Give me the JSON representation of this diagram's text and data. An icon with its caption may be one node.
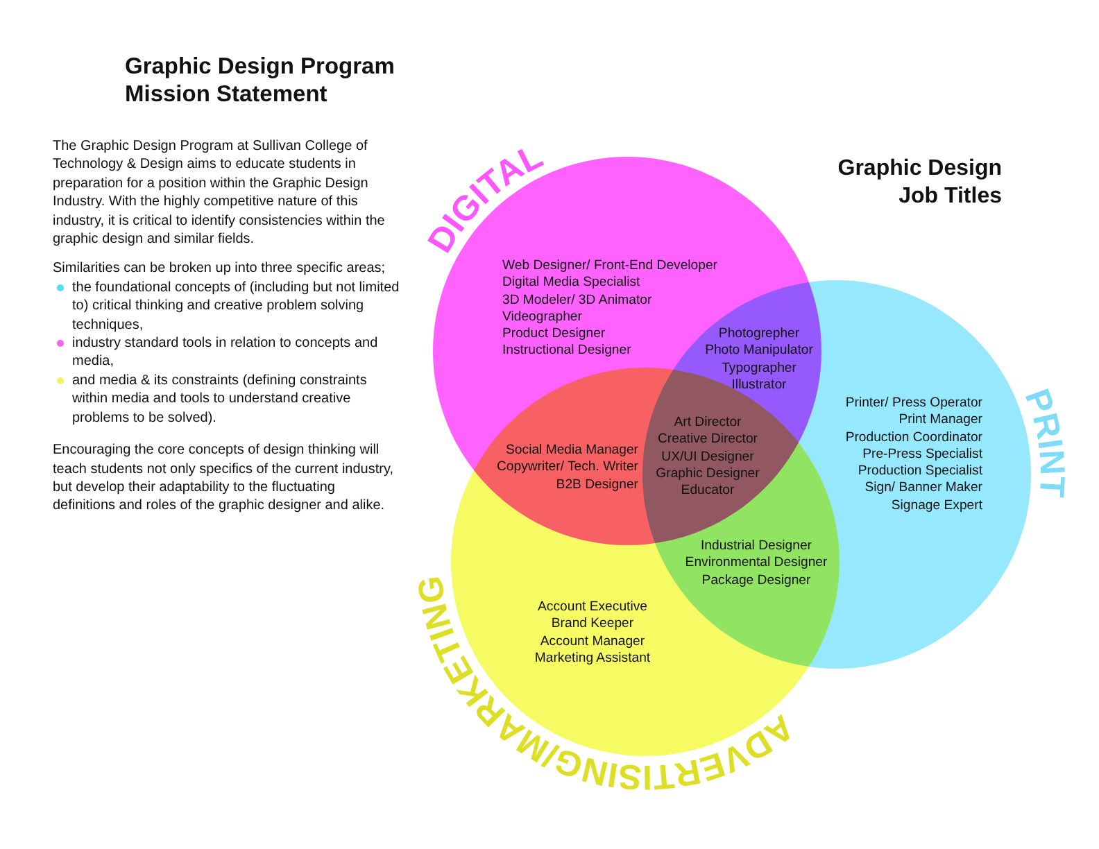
{
  "diagram": {
    "title": "Graphic Design Program Mission Statement",
    "nodes": [
      {
        "text": [
          "DIGITAL",
          "Web Designer/ Front-End Developer",
          "Digital Media Specialist",
          "3D Modeler/ 3D Animator",
          "Videographer",
          "Product Designer",
          "Instructional Designer"
        ]
      },
      {
        "text": [
          "PRINT",
          "Printer/ Press Operator",
          "Print Manager",
          "Production Coordinator",
          "Pre-Press Specialist",
          "Production Specialist",
          "Sign/ Banner Maker",
          "Signage Expert"
        ]
      },
      {
        "text": [
          "ADVERTISING/MARKETING",
          "Account Executive",
          "Brand Keeper",
          "Account Manager",
          "Marketing Assistant"
        ]
      }
    ],
    "labels": [
      "The Graphic Design Program at Sullivan College of Technology & Design aims to educate students in preparation for a position within the Graphic Design Industry. With the highly competitive nature of this industry, it is critical to identify consistencies within the graphic design and similar fields.",
      "Similarities can be broken up into three specific areas;",
      "the foundational concepts of (including but not limited to) critical thinking and creative problem solving techniques,",
      "industry standard tools in relation to concepts and media,",
      "and media & its constraints (defining constraints within media and tools to understand creative problems to be solved).",
      "Encouraging the core concepts of design thinking will teach students not only specifics of the current industry, but develop their adaptability to the fluctuating definitions and roles of the graphic designer and alike.",
      "Graphic Design Job Titles",
      "Photogrepher",
      "Photo Manipulator",
      "Typographer",
      "Illustrator",
      "Art Director",
      "Creative Director",
      "UX/UI Designer",
      "Graphic Designer",
      "Educator",
      "Social Media Manager",
      "Copywriter/ Tech. Writer",
      "B2B Designer",
      "Industrial Designer",
      "Environmental Designer",
      "Package Designer"
    ]
  }
}
